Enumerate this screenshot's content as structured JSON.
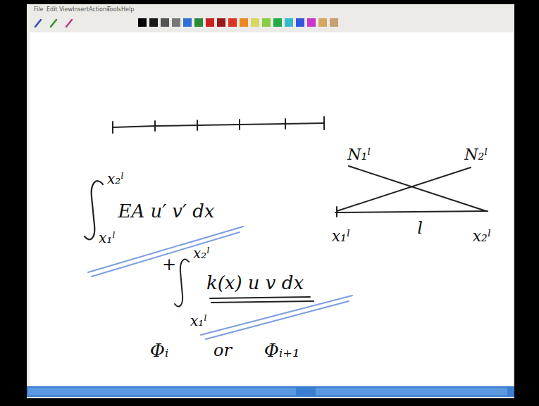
{
  "diagram": {
    "labels": [
      "File",
      "Edit",
      "View",
      "Insert",
      "Actions",
      "Tools",
      "Help",
      "x₂ˡ",
      "EA u′ v′ dx",
      "x₁ˡ",
      "+",
      "x₂ˡ",
      "k(x) u v dx",
      "x₁ˡ",
      "N₁ˡ",
      "N₂ˡ",
      "x₁ˡ",
      "l",
      "x₂ˡ",
      "Φᵢ",
      "or",
      "Φᵢ₊₁"
    ]
  }
}
